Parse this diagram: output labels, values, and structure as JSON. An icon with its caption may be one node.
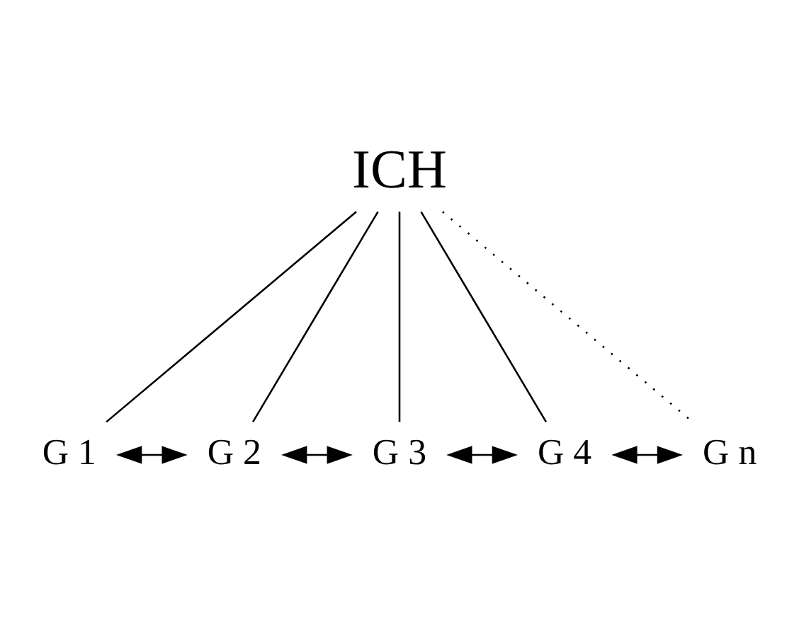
{
  "diagram": {
    "nodes": [
      {
        "text": [
          "ICH"
        ]
      },
      {
        "text": [
          "G 1"
        ]
      },
      {
        "text": [
          "G 2"
        ]
      },
      {
        "text": [
          "G 3"
        ]
      },
      {
        "text": [
          "G 4"
        ]
      },
      {
        "text": [
          "G n"
        ]
      }
    ],
    "edges": [
      {
        "from": 0,
        "to": 1,
        "arrow": "none"
      },
      {
        "from": 0,
        "to": 2,
        "arrow": "none"
      },
      {
        "from": 0,
        "to": 3,
        "arrow": "none"
      },
      {
        "from": 0,
        "to": 4,
        "arrow": "none"
      },
      {
        "from": 0,
        "to": 5,
        "arrow": "none",
        "style": "dashed"
      },
      {
        "from": 1,
        "to": 2,
        "arrow": "both"
      },
      {
        "from": 2,
        "to": 3,
        "arrow": "both"
      },
      {
        "from": 3,
        "to": 4,
        "arrow": "both"
      },
      {
        "from": 4,
        "to": 5,
        "arrow": "both"
      }
    ]
  }
}
